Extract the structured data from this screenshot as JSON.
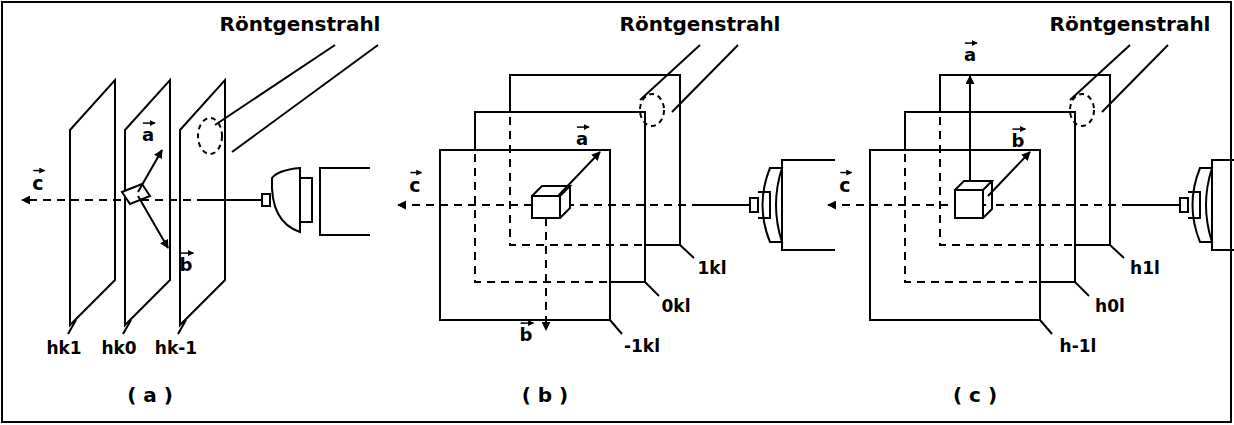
{
  "diagram": {
    "labels": [
      "Röntgenstrahl",
      "c",
      "a",
      "b",
      "hk1",
      "hk0",
      "hk-1",
      "( a )",
      "Röntgenstrahl",
      "c",
      "a",
      "b",
      "1kl",
      "0kl",
      "-1kl",
      "( b )",
      "Röntgenstrahl",
      "a",
      "c",
      "b",
      "h1l",
      "h0l",
      "h-1l",
      "( c )"
    ]
  }
}
